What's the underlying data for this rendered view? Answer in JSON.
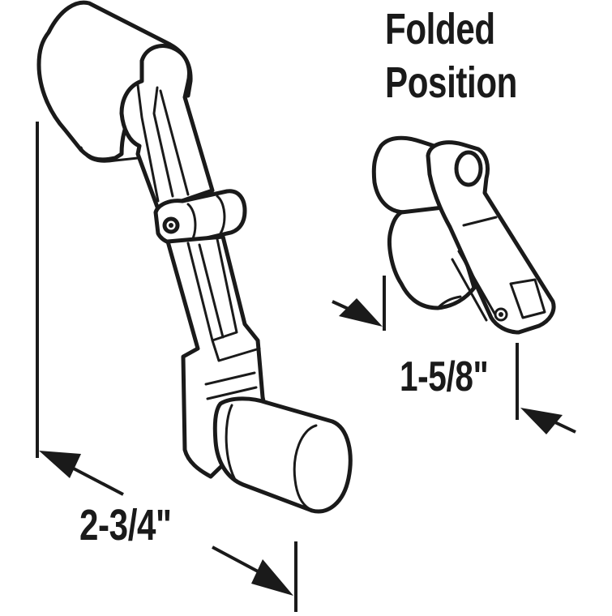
{
  "figure": {
    "title_line1": "Folded",
    "title_line2": "Position",
    "main_dimension": "2-3/4\"",
    "folded_dimension": "1-5/8\"",
    "colors": {
      "line": "#1a1a1a",
      "background": "#ffffff"
    }
  },
  "parts": [
    {
      "name": "folding-crank-handle-extended",
      "state": "extended"
    },
    {
      "name": "folding-crank-handle-folded",
      "state": "folded"
    }
  ]
}
